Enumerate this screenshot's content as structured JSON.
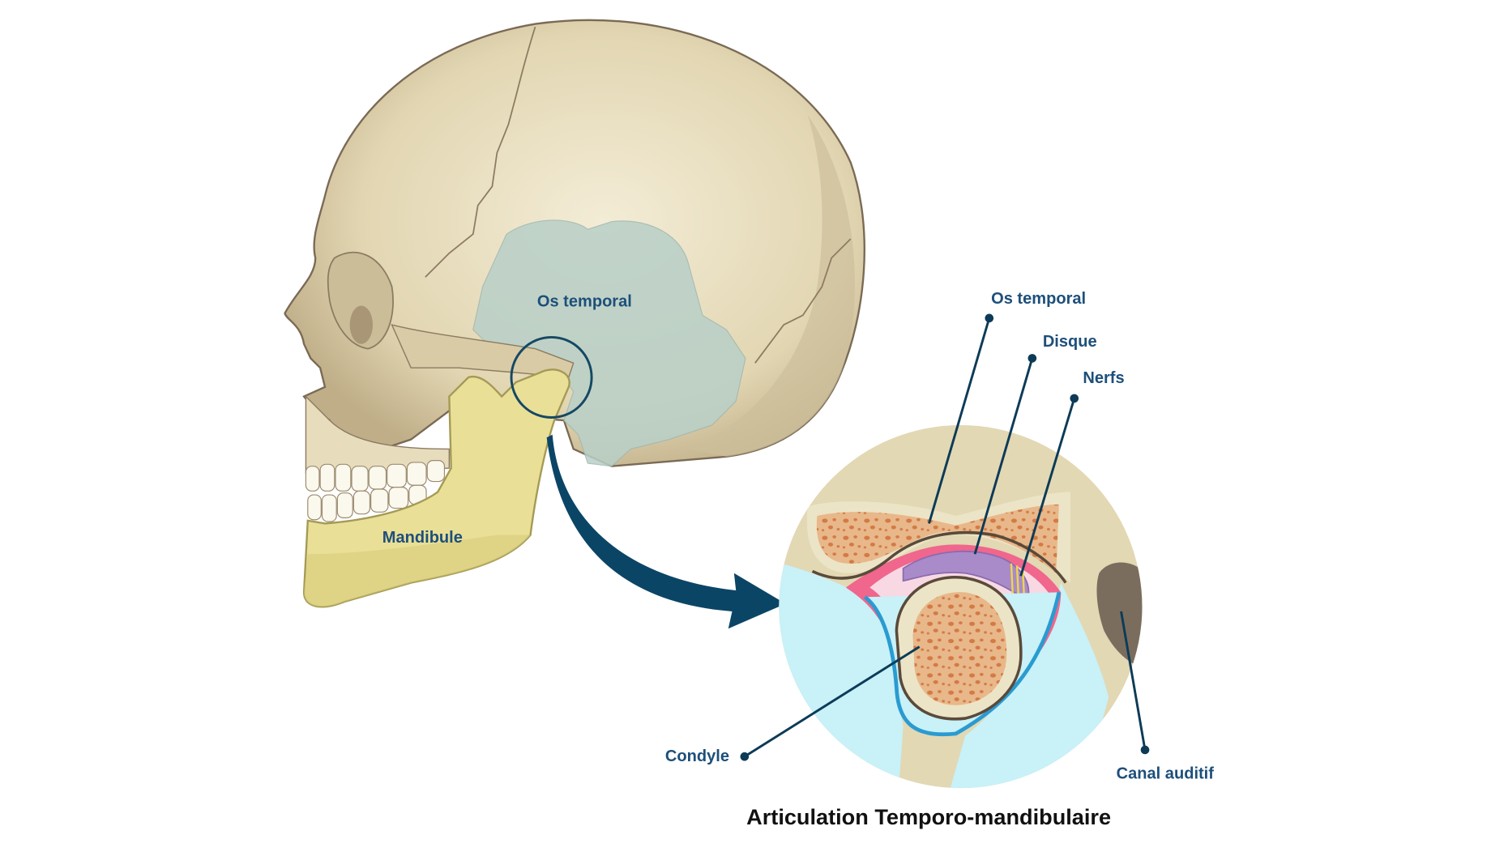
{
  "skull_labels": {
    "temporal": "Os temporal",
    "mandible": "Mandibule"
  },
  "inset_labels": {
    "temporal": "Os temporal",
    "disc": "Disque",
    "nerves": "Nerfs",
    "condyle": "Condyle",
    "ear_canal": "Canal auditif"
  },
  "caption": "Articulation Temporo-mandibulaire",
  "colors": {
    "bone": "#e3d7b3",
    "temporal_bone": "#b9d0c8",
    "mandible": "#e9df97",
    "label_text": "#1d4f7a",
    "arrow": "#0b4566",
    "cartilage_blue": "#c9f0f7",
    "disc_purple": "#a98bc9"
  }
}
